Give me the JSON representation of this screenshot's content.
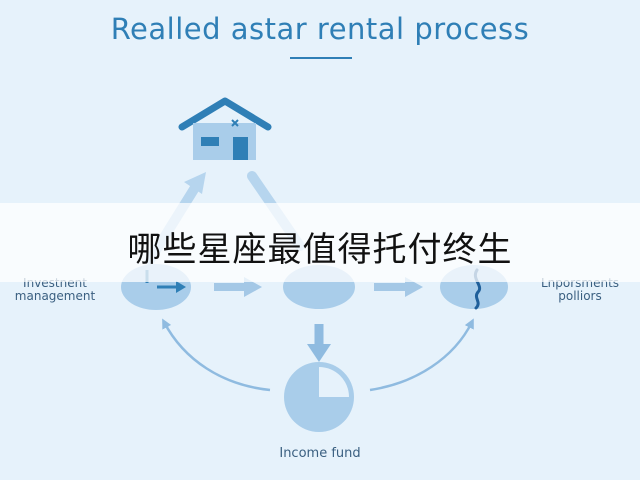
{
  "title": "Realled astar rental process",
  "banner_text": "哪些星座最值得托付终生",
  "labels": {
    "left_line1": "Investnent",
    "left_line2": "management",
    "right_line1": "Lnporsments",
    "right_line2": "polliors",
    "bottom": "Income fund"
  },
  "icons": [
    "house-icon",
    "arrow-right-icon",
    "wave-icon",
    "pie-chart-icon"
  ],
  "colors": {
    "background": "#e6f2fb",
    "title": "#2f7fb6",
    "circle": "#a9cdea",
    "arrow": "#9fc4e3",
    "house": "#2f7fb6",
    "dark_blue": "#1f5f9a"
  }
}
